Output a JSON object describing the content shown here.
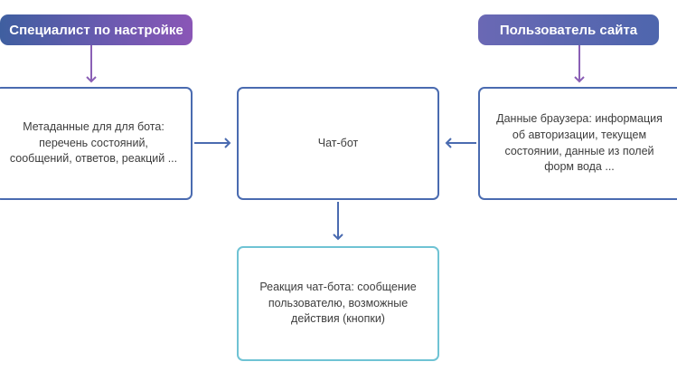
{
  "nodes": {
    "specialist": {
      "label": "Специалист по настройке"
    },
    "site_user": {
      "label": "Пользователь сайта"
    },
    "metadata": {
      "text": "Метаданные для для бота: перечень состояний, сообщений, ответов, реакций ..."
    },
    "chatbot": {
      "text": "Чат-бот"
    },
    "browser": {
      "text": "Данные браузера: информация об авторизации, текущем состоянии, данные из полей форм вода ..."
    },
    "reaction": {
      "text": "Реакция чат-бота: сообщение пользователю, возможные действия (кнопки)"
    }
  },
  "colors": {
    "box_border": "#4a6bb0",
    "reaction_border": "#6fc3d4",
    "arrow_blue": "#4a6bb0",
    "arrow_purple": "#8a5fb5"
  }
}
